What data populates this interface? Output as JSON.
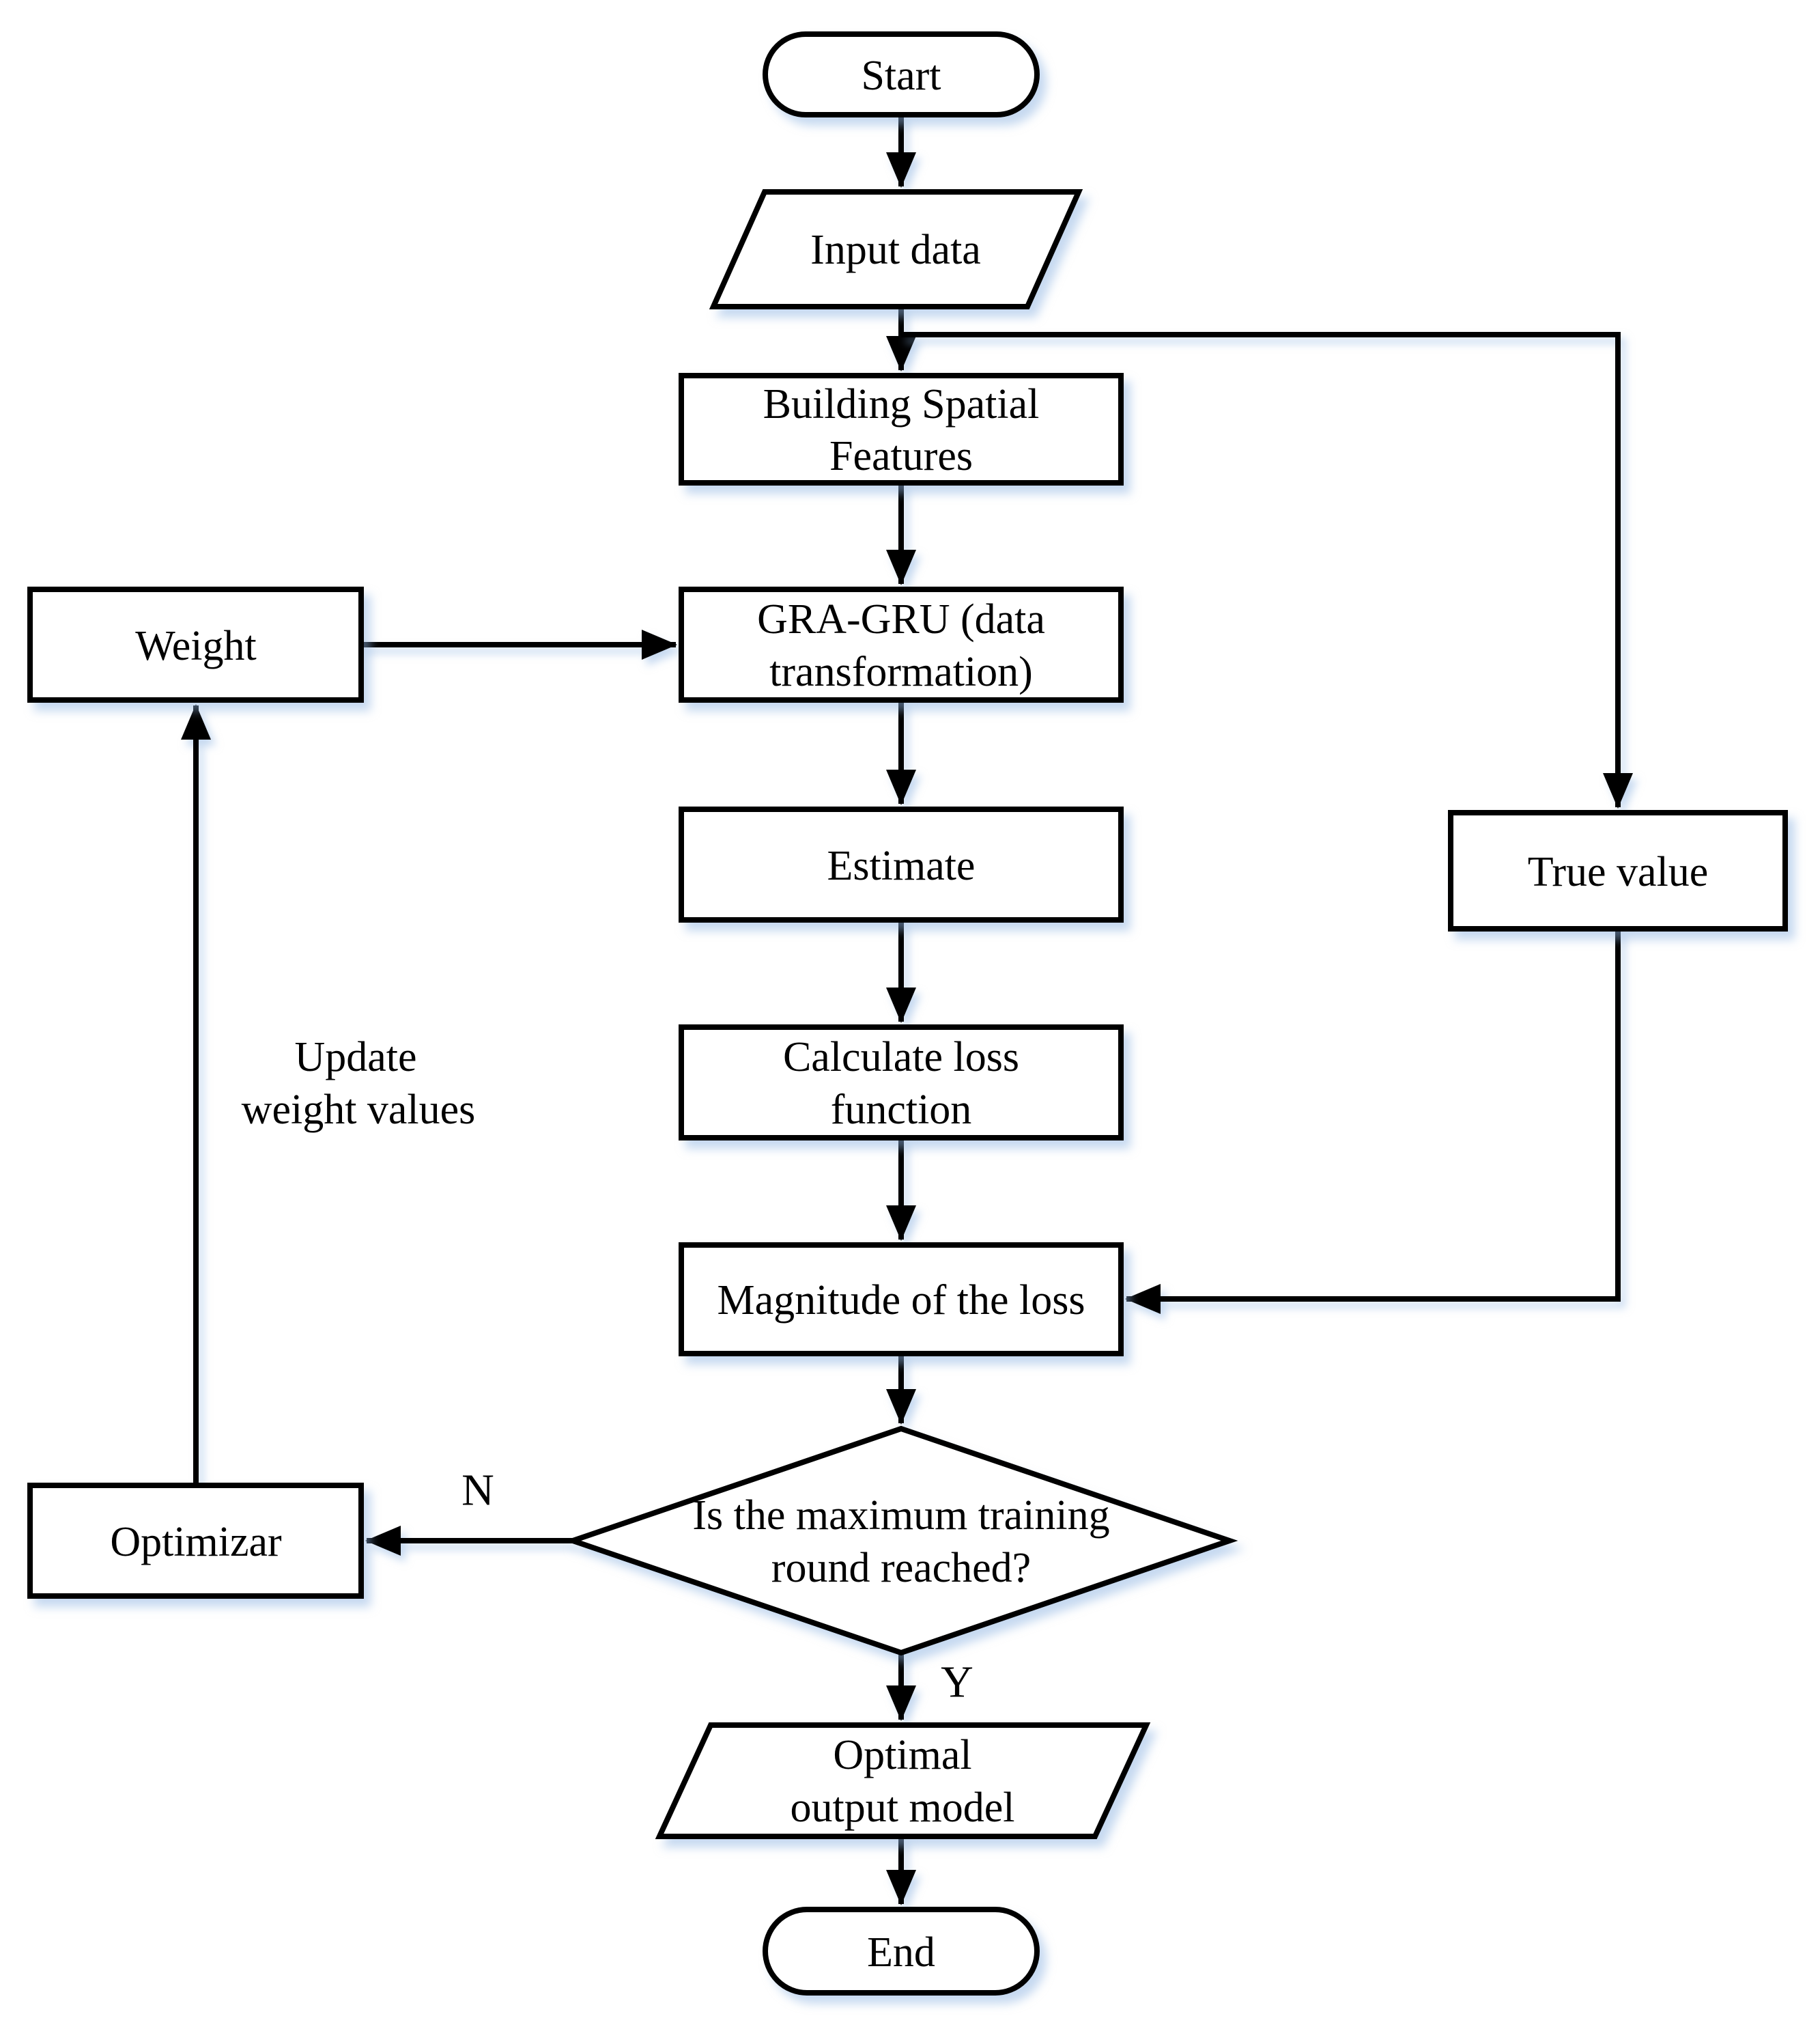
{
  "nodes": {
    "start": {
      "label": "Start"
    },
    "input_data": {
      "label": "Input data"
    },
    "building_spatial_features": {
      "line1": "Building Spatial",
      "line2": "Features"
    },
    "weight": {
      "label": "Weight"
    },
    "gra_gru": {
      "line1": "GRA-GRU (data",
      "line2": "transformation)"
    },
    "estimate": {
      "label": "Estimate"
    },
    "true_value": {
      "label": "True value"
    },
    "calculate_loss": {
      "line1": "Calculate loss",
      "line2": "function"
    },
    "magnitude_of_loss": {
      "label": "Magnitude of the loss"
    },
    "decision": {
      "line1": "Is the maximum training",
      "line2": "round reached?"
    },
    "optimizar": {
      "label": "Optimizar"
    },
    "optimal_output": {
      "line1": "Optimal",
      "line2": "output model"
    },
    "end": {
      "label": "End"
    }
  },
  "edge_labels": {
    "no": "N",
    "yes": "Y",
    "update_line1": "Update",
    "update_line2": "weight values"
  },
  "colors": {
    "stroke": "#000000",
    "node-fill": "#ffffff",
    "background": "#ffffff"
  }
}
